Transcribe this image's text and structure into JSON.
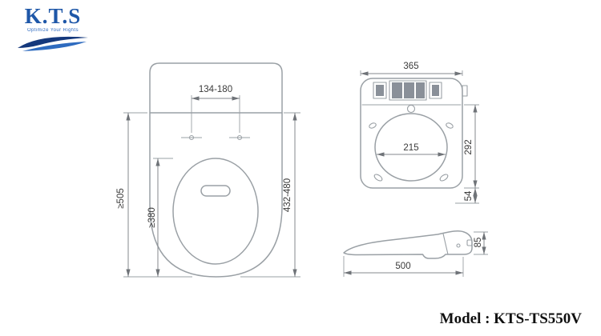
{
  "logo": {
    "text": "K.T.S",
    "tagline": "Optimize Your Rights",
    "icon": "wave-swoosh-icon"
  },
  "footer": {
    "model_label": "Model : KTS-TS550V"
  },
  "colors": {
    "brand_blue": "#1e57a8",
    "wave_navy": "#14387c",
    "wave_light_blue": "#2e6bbf",
    "drawing_line_gray": "#9aa0a5",
    "dimension_gray": "#85898e",
    "label_text": "#3a3a3a",
    "model_text": "#101010",
    "background": "#ffffff"
  },
  "views": {
    "toilet_top_view": {
      "title": "toilet-bowl-top-view",
      "dimensions": {
        "mounting_hole_spacing": "134-180",
        "min_overall_length": "≥505",
        "min_inner_length": "≥380",
        "seat_length_range": "432-480"
      }
    },
    "seat_top_view": {
      "title": "bidet-seat-top-view",
      "dimensions": {
        "overall_width": "365",
        "inner_width": "215",
        "seat_depth": "292",
        "rear_depth": "54"
      }
    },
    "seat_side_view": {
      "title": "bidet-seat-side-view",
      "dimensions": {
        "overall_length": "500",
        "height": "85"
      }
    }
  }
}
